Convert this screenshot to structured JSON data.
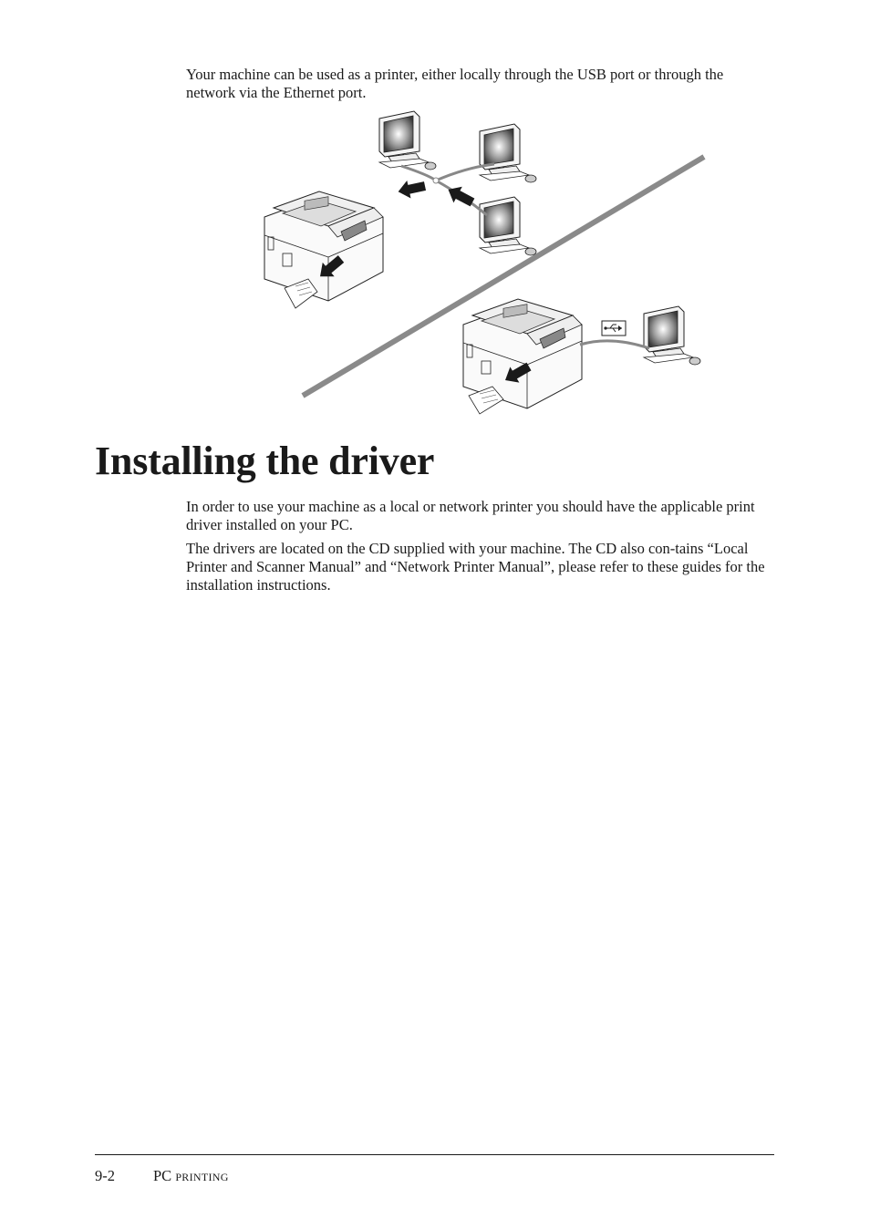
{
  "intro": "Your machine can be used as a printer, either locally through the USB port or through the network via the Ethernet port.",
  "section": {
    "title": "Installing the driver",
    "paragraphs": [
      "In order to use your machine as a local or network printer you should have the applicable print driver installed on your PC.",
      "The drivers are located on the CD supplied with your machine. The CD also con-tains “Local Printer and Scanner Manual” and “Network Printer Manual”, please refer to these guides for the installation instructions."
    ]
  },
  "footer": {
    "page_number": "9-2",
    "chapter_prefix": "PC",
    "chapter_rest": "printing"
  },
  "figure": {
    "icons": [
      "network-printer-icon",
      "computer-icon",
      "usb-symbol-icon",
      "arrow-icon"
    ]
  }
}
